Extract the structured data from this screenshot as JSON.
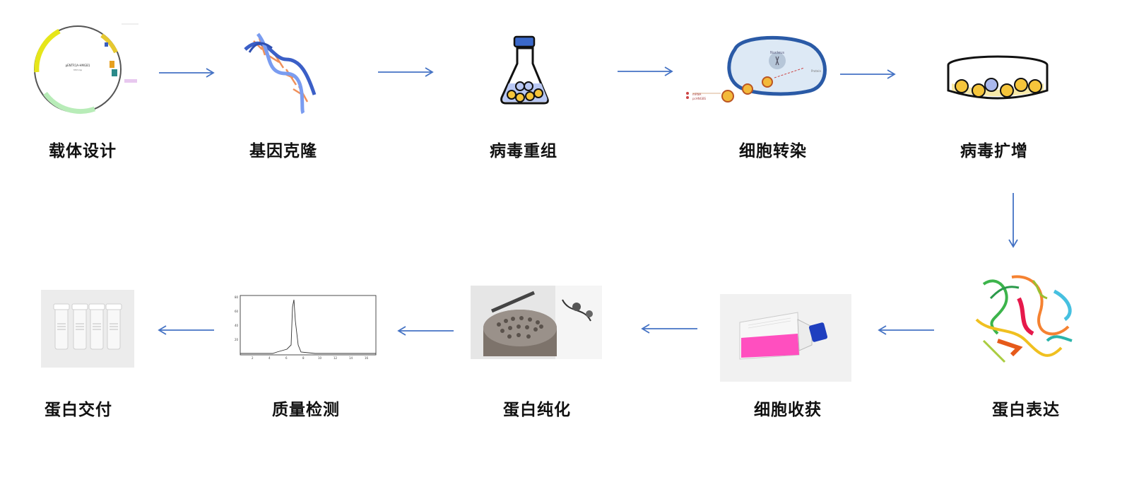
{
  "steps": {
    "vector_design": "载体设计",
    "gene_cloning": "基因克隆",
    "virus_recombination": "病毒重组",
    "cell_transfection": "细胞转染",
    "virus_amplification": "病毒扩增",
    "protein_expression": "蛋白表达",
    "cell_harvest": "细胞收获",
    "protein_purification": "蛋白纯化",
    "quality_testing": "质量检测",
    "protein_delivery": "蛋白交付"
  },
  "colors": {
    "arrow": "#4472c4",
    "cell_border": "#2a5aa6",
    "cell_fill": "#dde9f5",
    "virus": "#e8b84a",
    "flask_liquid": "#ff4fbf"
  }
}
